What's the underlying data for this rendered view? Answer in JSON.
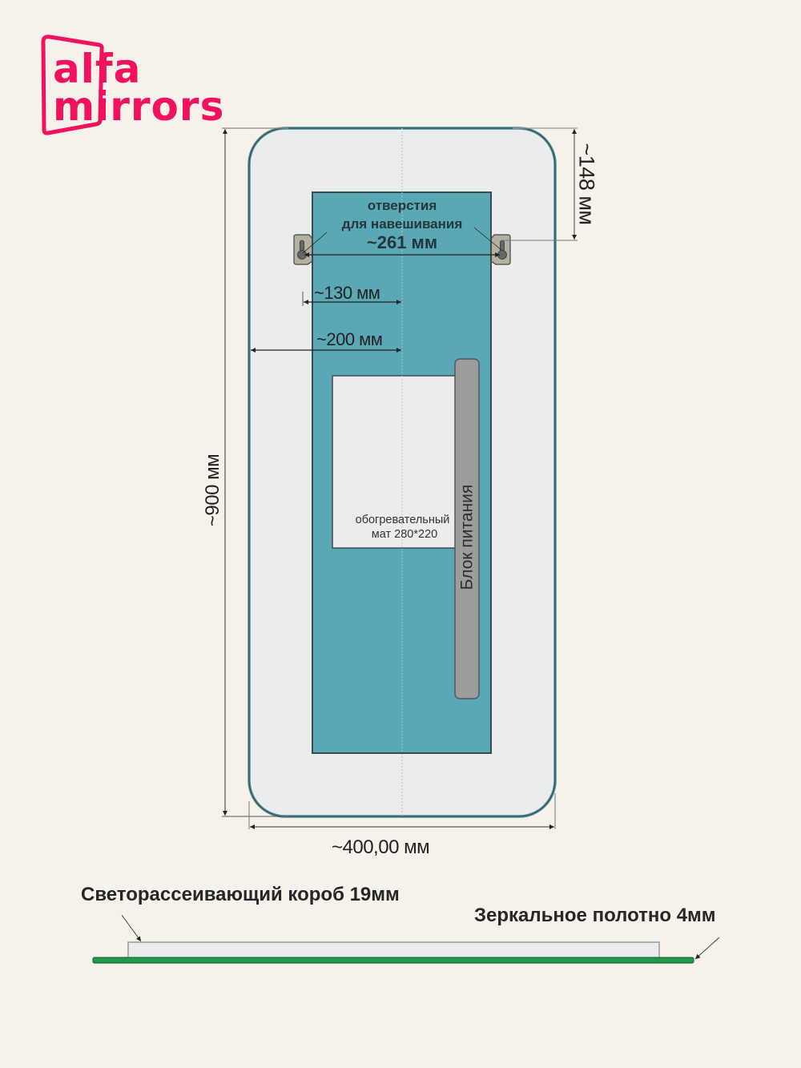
{
  "logo": {
    "line1": "alfa",
    "line2": "mirrors",
    "color": "#f0125f"
  },
  "front_view": {
    "hanging_holes": {
      "line1": "отверстия",
      "line2": "для навешивания",
      "distance": "~261 мм"
    },
    "dimensions": {
      "hole_offset_top": "~148 мм",
      "height": "~900 мм",
      "width": "~400,00 мм",
      "offset_130": "~130 мм",
      "offset_200": "~200 мм"
    },
    "heating_mat": {
      "line1": "обогревательный",
      "line2": "мат 280*220"
    },
    "power_block": "Блок питания"
  },
  "side_view": {
    "diffuser_box": "Светорассеивающий короб 19мм",
    "mirror_sheet": "Зеркальное полотно 4мм"
  },
  "colors": {
    "background": "#f6f2e9",
    "mirror_fill": "#ebedec",
    "mirror_edge": "#4e8c96",
    "back_panel": "#5aa8b5",
    "power_block": "#9c9c9c",
    "glass_green": "#1f9a4a"
  }
}
